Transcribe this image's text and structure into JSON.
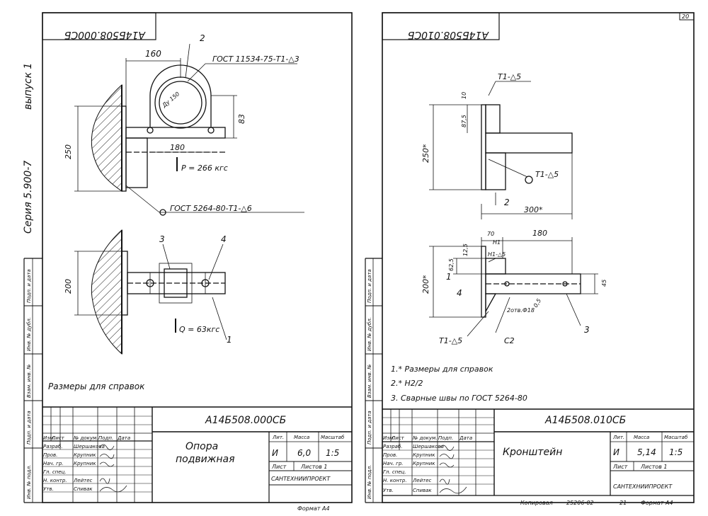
{
  "page_number": "20",
  "left": {
    "series_title": "Серия 5.900-7",
    "issue": "выпуск 1",
    "rotated_code": "А14Б508.000СБ",
    "top_view": {
      "dim_160": "160",
      "item_2": "2",
      "weld_gost": "ГОСТ 11534-75-Т1-△3",
      "pipe_dia": "Ду 150",
      "dim_83": "83",
      "dim_250": "250",
      "dim_180": "180",
      "load_p": "P = 266 кгс",
      "weld_gost2": "ГОСТ 5264-80-Т1-△6"
    },
    "bottom_view": {
      "item_3": "3",
      "item_4": "4",
      "dim_200": "200",
      "load_q": "Q = 63кгс",
      "item_1": "1"
    },
    "note": "Размеры для справок",
    "stamp": {
      "code": "А14Б508.000СБ",
      "title_line1": "Опора",
      "title_line2": "подвижная",
      "lit_header": "Лит.",
      "mass_header": "Масса",
      "scale_header": "Масштаб",
      "lit": "И",
      "mass": "6,0",
      "scale": "1:5",
      "sheet_label": "Лист",
      "sheets_label": "Листов 1",
      "org": "САНТЕХНИИПРОЕКТ",
      "format": "Формат А4",
      "header_row": [
        "Изм.",
        "Лист",
        "№ докум.",
        "Подп.",
        "Дата"
      ],
      "rows": [
        {
          "role": "Разраб.",
          "name": "Шершакова"
        },
        {
          "role": "Пров.",
          "name": "Крупник"
        },
        {
          "role": "Нач. гр.",
          "name": "Крупник"
        },
        {
          "role": "Гл. спец.",
          "name": ""
        },
        {
          "role": "Н. контр.",
          "name": "Лейтес"
        },
        {
          "role": "Утв.",
          "name": "Спивак"
        }
      ]
    },
    "side_labels": [
      "Инв. № подл.",
      "Подп. и дата",
      "Взам. инв. №",
      "Инв. № дубл.",
      "Подп. и дата"
    ]
  },
  "right": {
    "rotated_code": "А14Б508.010СБ",
    "view1": {
      "weld_top": "Т1-△5",
      "dim_10": "10",
      "dim_87": "87,5",
      "dim_250": "250*",
      "weld_mid": "Т1-△5",
      "item_2": "2",
      "dim_300": "300*"
    },
    "view2": {
      "dim_70": "70",
      "dim_180": "180",
      "dim_125": "12,5",
      "h1": "Н1",
      "h1_weld": "Н1-△5",
      "dim_625": "62,5",
      "item_1": "1",
      "dim_200": "200*",
      "item_4": "4",
      "dim_45": "45",
      "holes": "2отв.Ф18",
      "dim_r": "0,5",
      "item_3": "3",
      "weld_bottom": "Т1-△5",
      "c2": "С2"
    },
    "notes": [
      "1.* Размеры для справок",
      "2.* Н2/2",
      "3. Сварные швы по ГОСТ 5264-80"
    ],
    "stamp": {
      "code": "А14Б508.010СБ",
      "title": "Кронштейн",
      "lit_header": "Лит.",
      "mass_header": "Масса",
      "scale_header": "Масштаб",
      "lit": "И",
      "mass": "5,14",
      "scale": "1:5",
      "sheet_label": "Лист",
      "sheets_label": "Листов 1",
      "org": "САНТЕХНИИПРОЕКТ",
      "copied": "Копировал",
      "order": "25206-02",
      "num": "21",
      "format": "Формат А4",
      "header_row": [
        "Изм.",
        "Лист",
        "№ докум.",
        "Подп.",
        "Дата"
      ],
      "rows": [
        {
          "role": "Разраб.",
          "name": "Шершакова"
        },
        {
          "role": "Пров.",
          "name": "Крупник"
        },
        {
          "role": "Нач. гр.",
          "name": "Крупник"
        },
        {
          "role": "Гл. спец.",
          "name": ""
        },
        {
          "role": "Н. контр.",
          "name": "Лейтес"
        },
        {
          "role": "Утв.",
          "name": "Спивак"
        }
      ]
    },
    "side_labels": [
      "Инв. № подл.",
      "Подп. и дата",
      "Взам. инв. №",
      "Инв. № дубл.",
      "Подп. и дата"
    ]
  }
}
